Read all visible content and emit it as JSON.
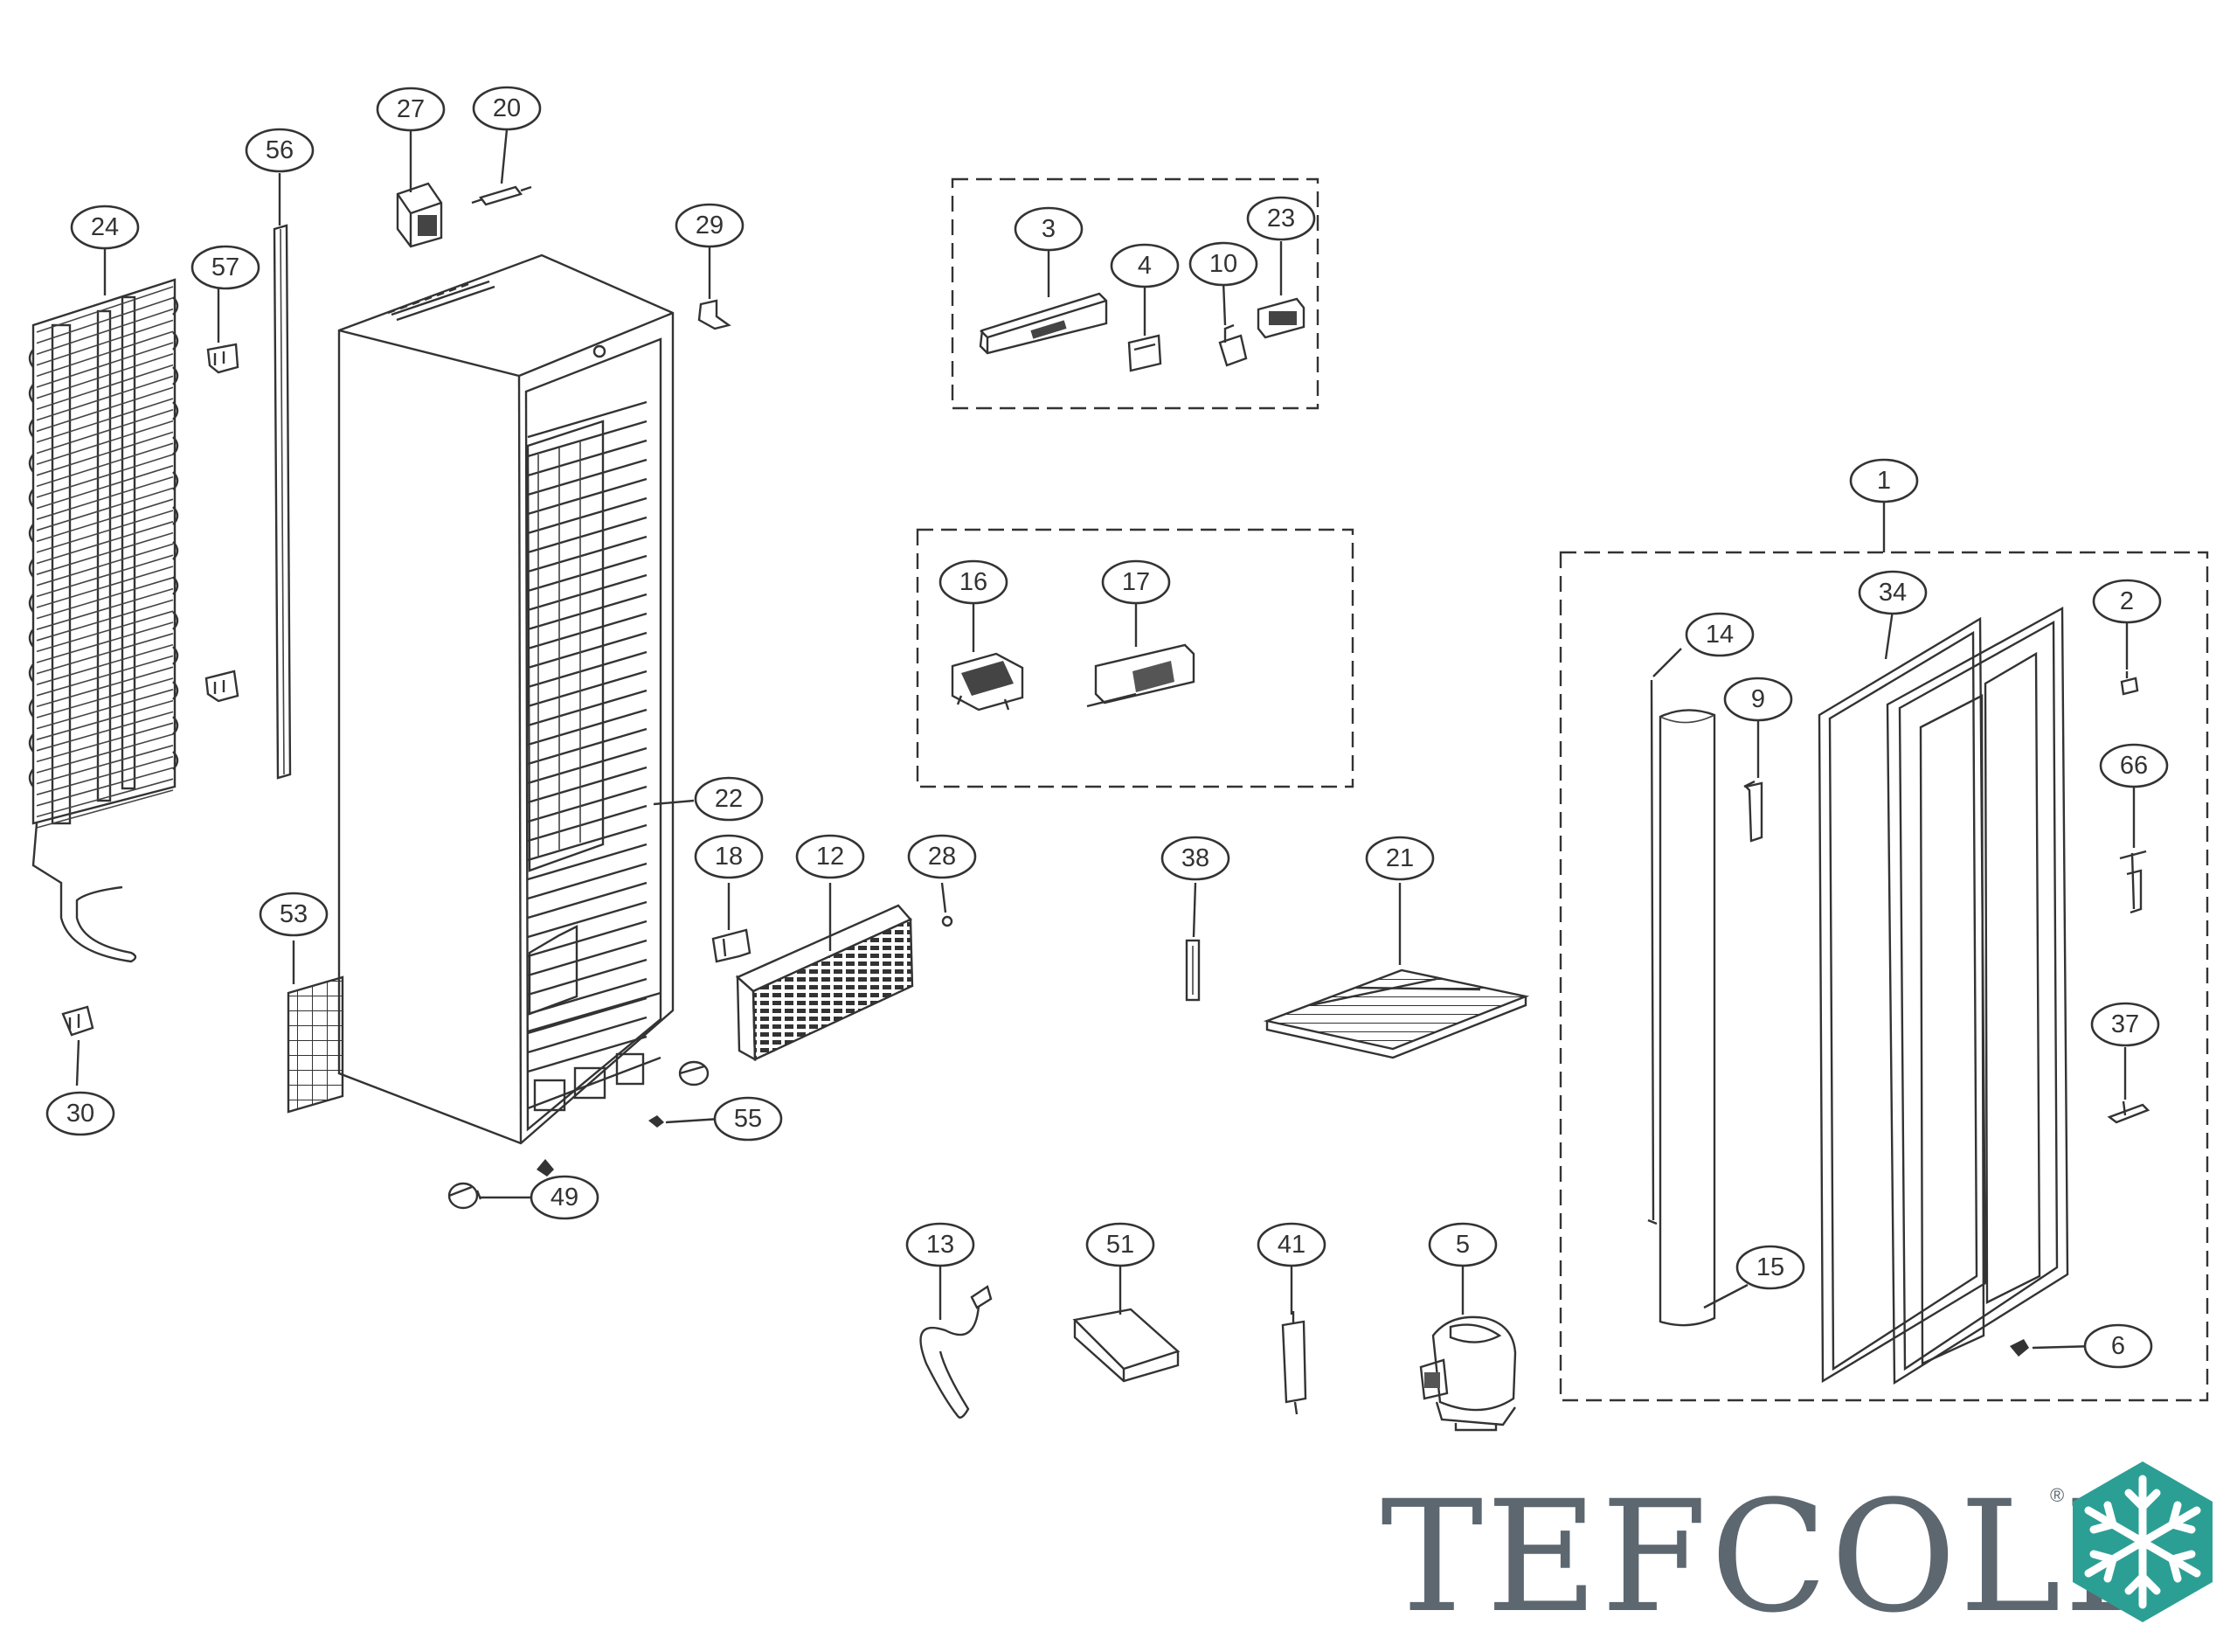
{
  "brand": {
    "name": "TEFCOLD",
    "registered_mark": "®",
    "accent_color": "#2c9f95",
    "text_color": "#5c6770"
  },
  "callouts": {
    "c1": "1",
    "c2": "2",
    "c3": "3",
    "c4": "4",
    "c5": "5",
    "c6": "6",
    "c9": "9",
    "c10": "10",
    "c12": "12",
    "c13": "13",
    "c14": "14",
    "c15": "15",
    "c16": "16",
    "c17": "17",
    "c18": "18",
    "c20": "20",
    "c21": "21",
    "c22": "22",
    "c23": "23",
    "c24": "24",
    "c27": "27",
    "c28": "28",
    "c29": "29",
    "c30": "30",
    "c34": "34",
    "c37": "37",
    "c38": "38",
    "c41": "41",
    "c49": "49",
    "c51": "51",
    "c53": "53",
    "c55": "55",
    "c56": "56",
    "c57": "57",
    "c66": "66"
  }
}
